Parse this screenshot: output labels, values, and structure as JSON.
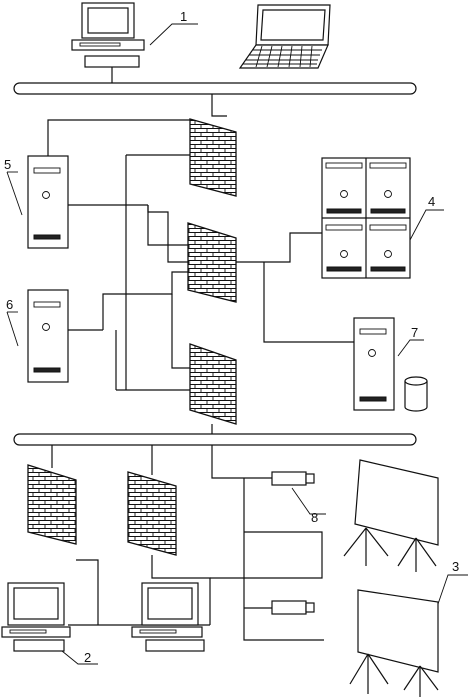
{
  "diagram": {
    "labels": {
      "n1": "1",
      "n2": "2",
      "n3": "3",
      "n4": "4",
      "n5": "5",
      "n6": "6",
      "n7": "7",
      "n8": "8"
    }
  }
}
